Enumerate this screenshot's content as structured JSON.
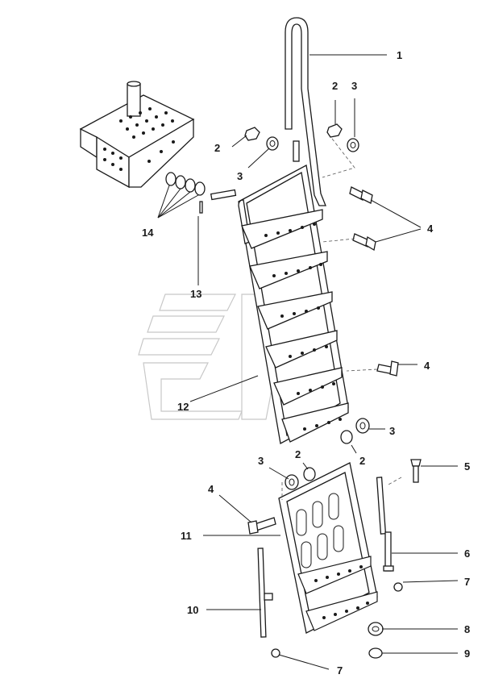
{
  "diagram": {
    "callouts": [
      {
        "id": "c1",
        "text": "1"
      },
      {
        "id": "c2a",
        "text": "2"
      },
      {
        "id": "c3a",
        "text": "3"
      },
      {
        "id": "c2b",
        "text": "2"
      },
      {
        "id": "c3b",
        "text": "3"
      },
      {
        "id": "c4a",
        "text": "4"
      },
      {
        "id": "c14",
        "text": "14"
      },
      {
        "id": "c13",
        "text": "13"
      },
      {
        "id": "c4b",
        "text": "4"
      },
      {
        "id": "c12",
        "text": "12"
      },
      {
        "id": "c3c",
        "text": "3"
      },
      {
        "id": "c2c",
        "text": "2"
      },
      {
        "id": "c3d",
        "text": "3"
      },
      {
        "id": "c2d",
        "text": "2"
      },
      {
        "id": "c5",
        "text": "5"
      },
      {
        "id": "c4c",
        "text": "4"
      },
      {
        "id": "c11",
        "text": "11"
      },
      {
        "id": "c6",
        "text": "6"
      },
      {
        "id": "c7a",
        "text": "7"
      },
      {
        "id": "c10",
        "text": "10"
      },
      {
        "id": "c8",
        "text": "8"
      },
      {
        "id": "c9",
        "text": "9"
      },
      {
        "id": "c7b",
        "text": "7"
      }
    ]
  }
}
